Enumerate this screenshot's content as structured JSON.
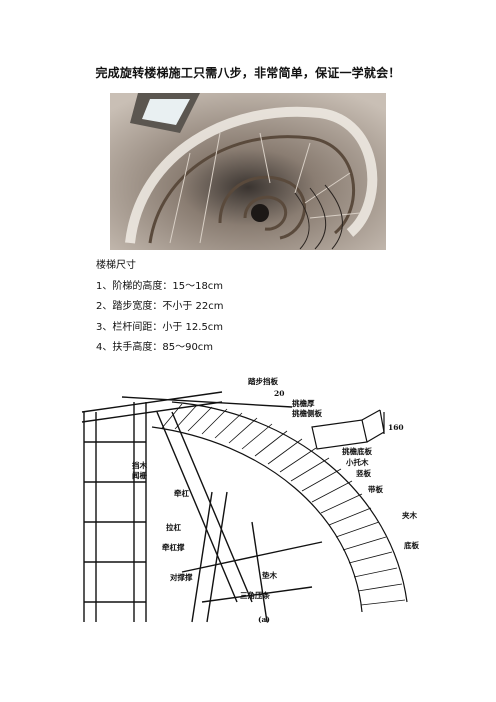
{
  "document": {
    "title": "完成旋转楼梯施工只需八步，非常简单，保证一学就会！"
  },
  "spec": {
    "heading": "楼梯尺寸",
    "items": [
      "1、阶梯的高度：15～18cm",
      "2、踏步宽度：不小于 22cm",
      "3、栏杆间距：小于 12.5cm",
      "4、扶手高度：85～90cm"
    ]
  },
  "diagram": {
    "labels": {
      "tabu_dangban": "踏步挡板",
      "dim_20": "20",
      "tiaoyan_hou": "挑檐厚",
      "tiaoyan_ceban": "挑檐侧板",
      "dim_160": "160",
      "tiaoyan_diban": "挑檐底板",
      "xiao_tuomu": "小托木",
      "shuban": "竖板",
      "dangmu": "挡木",
      "wei_la": "闻栅",
      "daiban": "带板",
      "qianggang": "牵杠",
      "jiamu": "夹木",
      "lagang": "拉杠",
      "qianggang_cheng": "牵杠撑",
      "diban": "底板",
      "duichengcheng": "对撑撑",
      "dianmu": "垫木",
      "sanjiao_yatiao": "三角压条",
      "figure_mark": "(a)"
    }
  }
}
